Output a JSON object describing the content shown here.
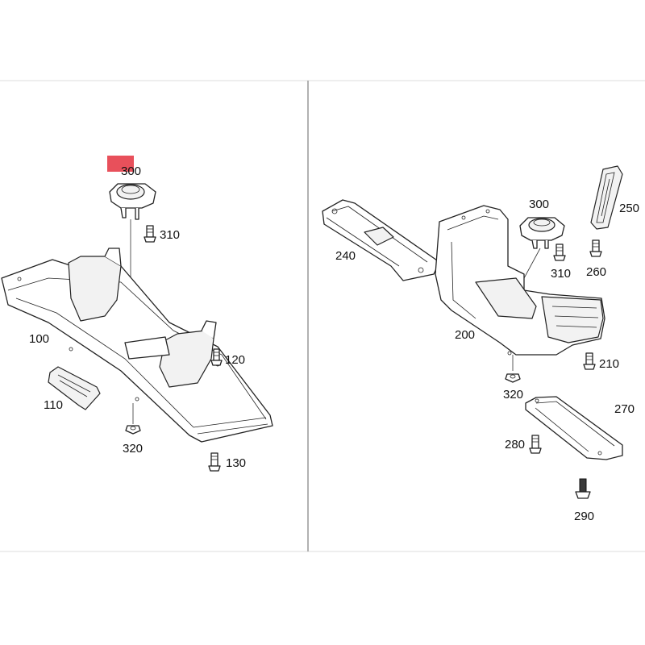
{
  "highlight_color": "#e8505b",
  "left_panel": {
    "labels": {
      "p300": "300",
      "p310": "310",
      "p100": "100",
      "p120": "120",
      "p110": "110",
      "p320": "320",
      "p130": "130"
    }
  },
  "right_panel": {
    "labels": {
      "p240": "240",
      "p300": "300",
      "p250": "250",
      "p310": "310",
      "p260": "260",
      "p200": "200",
      "p210": "210",
      "p320": "320",
      "p270": "270",
      "p280": "280",
      "p290": "290"
    }
  }
}
